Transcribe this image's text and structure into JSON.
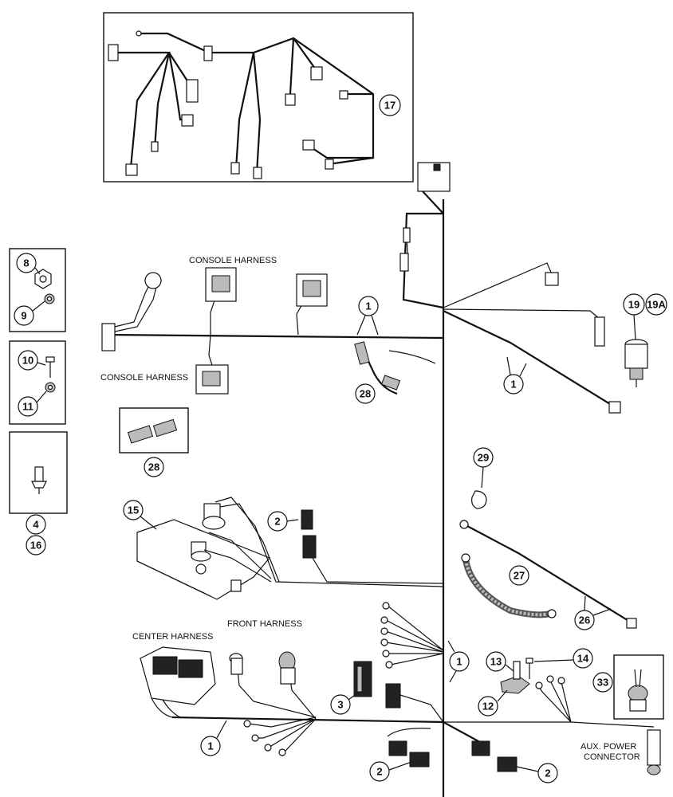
{
  "labels": {
    "console_harness_top": "CONSOLE HARNESS",
    "console_harness_left": "CONSOLE HARNESS",
    "front_harness": "FRONT HARNESS",
    "center_harness": "CENTER HARNESS",
    "aux_power_1": "AUX. POWER",
    "aux_power_2": "CONNECTOR"
  },
  "callouts": {
    "c17": "17",
    "c8": "8",
    "c9": "9",
    "c10": "10",
    "c11": "11",
    "c4": "4",
    "c16": "16",
    "c28a": "28",
    "c28b": "28",
    "c1a": "1",
    "c1b": "1",
    "c1c": "1",
    "c1d": "1",
    "c19": "19",
    "c19a": "19A",
    "c29": "29",
    "c15": "15",
    "c2a": "2",
    "c2b": "2",
    "c2c": "2",
    "c27": "27",
    "c26": "26",
    "c13": "13",
    "c14": "14",
    "c12": "12",
    "c3": "3",
    "c33": "33"
  }
}
